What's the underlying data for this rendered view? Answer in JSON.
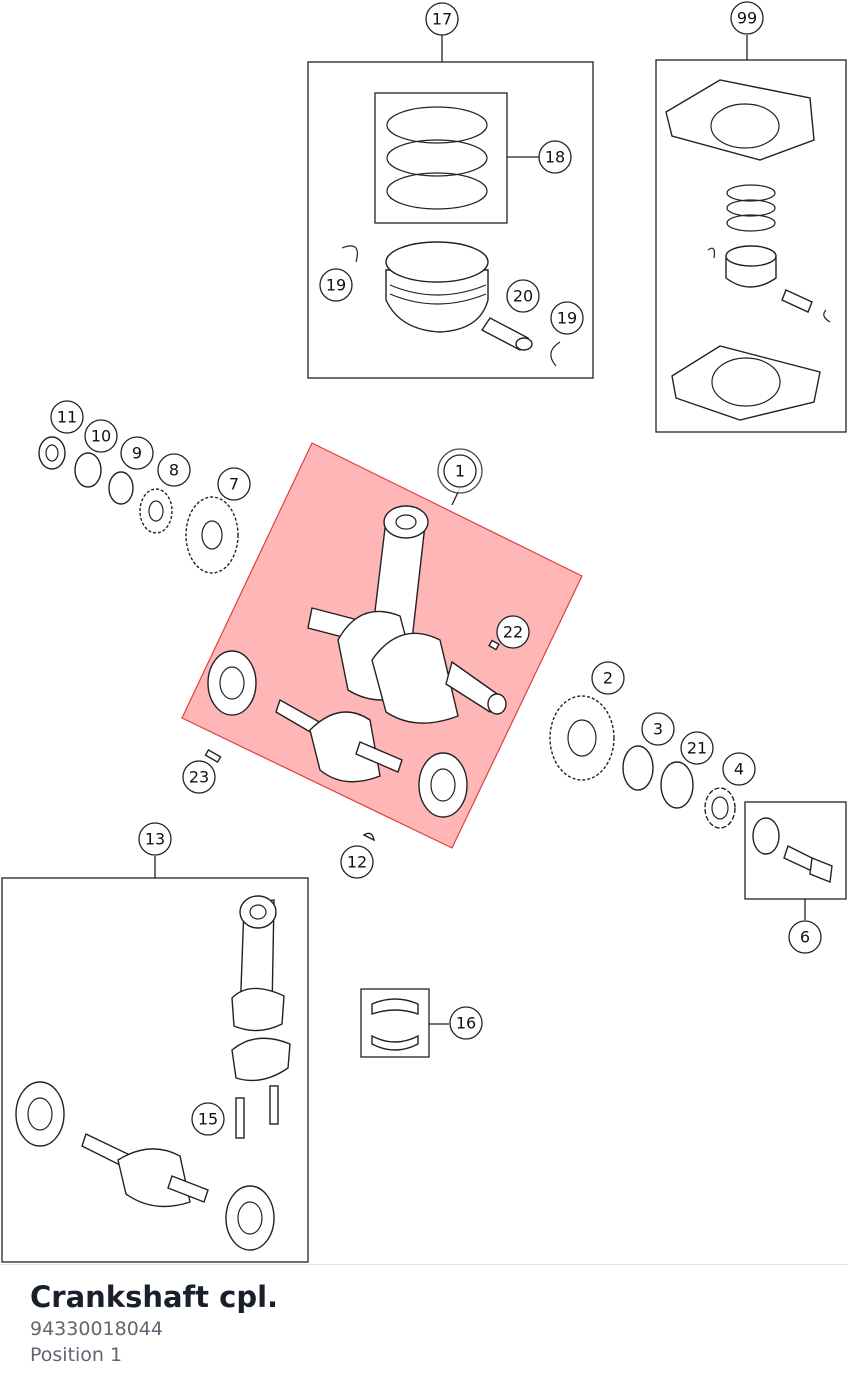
{
  "diagram": {
    "callouts": [
      "1",
      "2",
      "3",
      "4",
      "6",
      "7",
      "8",
      "9",
      "10",
      "11",
      "12",
      "13",
      "15",
      "16",
      "17",
      "18",
      "19",
      "19",
      "20",
      "21",
      "22",
      "23",
      "99"
    ],
    "highlight_color": "#ff9e9e"
  },
  "part": {
    "name": "Crankshaft cpl.",
    "number": "94330018044",
    "position": "Position 1"
  }
}
